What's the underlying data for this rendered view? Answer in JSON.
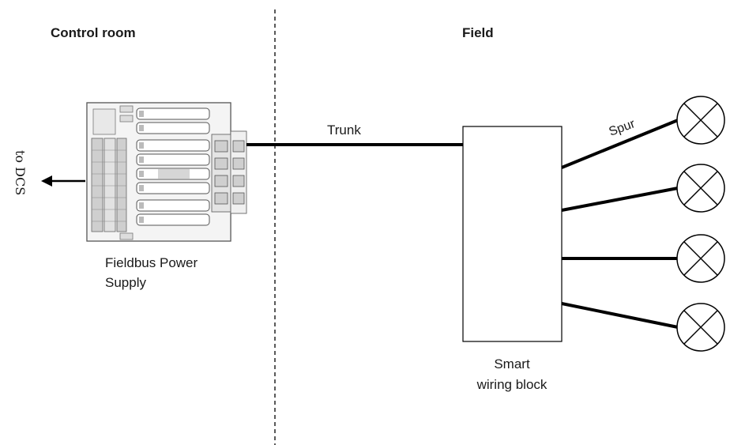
{
  "sections": {
    "left_title": "Control room",
    "right_title": "Field"
  },
  "labels": {
    "dcs": "to DCS",
    "power_supply_line1": "Fieldbus Power",
    "power_supply_line2": "Supply",
    "trunk": "Trunk",
    "spur": "Spur",
    "wiring_block_line1": "Smart",
    "wiring_block_line2": "wiring block"
  },
  "colors": {
    "line": "#000000",
    "text": "#1a1a1a",
    "device_fill": "#ffffff"
  },
  "icons": {
    "field_device": "circle-x-icon",
    "power_supply": "fieldbus-power-supply-board",
    "arrow": "arrow-left-icon"
  },
  "field_devices": [
    {
      "id": 1
    },
    {
      "id": 2
    },
    {
      "id": 3
    },
    {
      "id": 4
    }
  ]
}
